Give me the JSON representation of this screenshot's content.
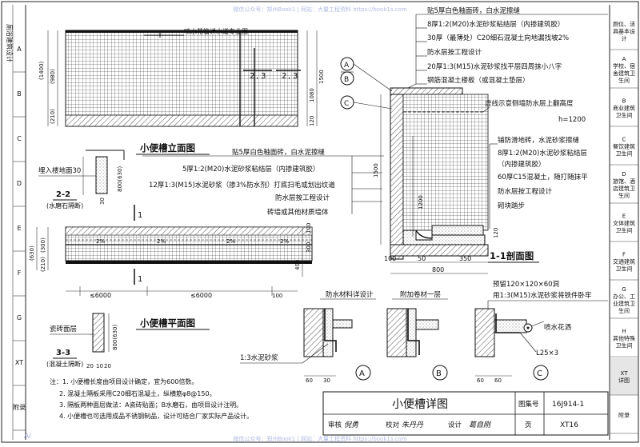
{
  "watermark": {
    "top": "微信公众号：郑州Book1 | 网站：大量工程资料 https://book1s.com",
    "bottom": "微信公众号：郑州Book1 | 网站：大量工程资料 https://book1s.com",
    "logo": "Ai"
  },
  "left_sidebar": {
    "brand": "厕浴建筑设计",
    "items": [
      "A",
      "B",
      "C",
      "D",
      "E",
      "F",
      "G",
      "XT",
      "附录"
    ]
  },
  "right_sidebar": {
    "items": [
      "厕位、洁具基本设计",
      "A 学校、宿舍建筑卫生间",
      "B 商业建筑卫生间",
      "C 餐饮建筑卫生间",
      "D 旅馆、酒店建筑卫生间",
      "E 文体建筑卫生间",
      "F 交通建筑卫生间",
      "G 办公、工业建筑卫生间",
      "H 其他特殊卫生间",
      "XT 详图",
      "附录"
    ]
  },
  "elevation": {
    "title": "小便槽立面图",
    "pipe_note": "喷水花管详水道专业图",
    "left_dims": [
      "(1400)",
      "(980)",
      "(210)"
    ],
    "right_dims": [
      "1080",
      "1500",
      "120"
    ],
    "section_marks": [
      "2",
      "3",
      "2",
      "3"
    ],
    "embed_note": "埋入楼地面30"
  },
  "layer_notes_top": [
    "贴5厚白色釉面砖，白水泥擦缝",
    "8厚1:2(M20)水泥砂浆粘结层（内掺建筑胶）",
    "30厚（最薄处）C20细石混凝土向地漏找坡2%",
    "防水层按工程设计",
    "20厚1:3(M15)水泥砂浆找平层四周抹小八字",
    "钢筋混凝土楼板（或混凝土垫层）"
  ],
  "layer_notes_mid": [
    "贴5厚白色釉面砖，白水泥擦缝",
    "5厚1:2(M20)水泥砂浆粘结层（内掺建筑胶）",
    "12厚1:3(M15)水泥砂浆（掺3%防水剂）打底扫毛或划出纹道",
    "防水层按工程设计",
    "砖墙或其他材质墙体"
  ],
  "section22": {
    "title": "2-2",
    "subtitle": "(水磨石隔断)",
    "dim": "30",
    "left_dims": [
      "800(630)"
    ]
  },
  "section11": {
    "title": "1-1剖面图",
    "dashed_note": "虚线示意侧墙防水层上翻高度",
    "h_note": "h=1200",
    "dims_bottom": [
      "100",
      "50",
      "350"
    ],
    "dim_total": "800",
    "dims_left": [
      "1500",
      "1200",
      "120"
    ],
    "markers": [
      "A",
      "B",
      "C"
    ],
    "right_notes": [
      "铺防滑地砖，水泥砂浆擦缝",
      "8厚1:2(M20)水泥砂浆粘结层",
      "（内掺建筑胶）",
      "60厚C15混凝土，随打随抹平",
      "防水层按工程设计",
      "砌块踏步"
    ]
  },
  "plan": {
    "title": "小便槽平面图",
    "left_dims": [
      "(630)",
      "(300)",
      "(210)"
    ],
    "right_dims": [
      "400",
      "300",
      "100"
    ],
    "slope_labels": [
      "2%",
      "2%",
      "2%",
      "2%"
    ],
    "bottom_dims": [
      "≤6000",
      "≤6000",
      "100"
    ],
    "section_mark": "1",
    "tile_note": "瓷砖面层"
  },
  "section33": {
    "title": "3-3",
    "subtitle": "(混凝土隔断)",
    "dims": [
      "20",
      "10",
      "20"
    ],
    "side_dim": "800(630)"
  },
  "details": {
    "labels_top": [
      "防水材料详设计",
      "附加卷材一层"
    ],
    "mortar_note": "1:3水泥砂浆",
    "embed_note_1": "预留120×120×60洞",
    "embed_note_2": "用1:3(M15)水泥砂浆将铁件卧牢",
    "nozzle_note": "喷水花洒",
    "angle_note": "L25×3",
    "markers": [
      "A",
      "B",
      "C"
    ],
    "dims": [
      "60",
      "30",
      "60",
      "60"
    ]
  },
  "notes": [
    "注：1. 小便槽长度由项目设计确定，宜为600倍数。",
    "2. 混凝土隔板采用C20细石混凝土，纵横筋φ8@150。",
    "3. 隔板两种面层做法：A瓷砖贴面；B水磨石，由项目设计注明。",
    "4. 小便槽也可选用成品不锈钢制品，设计可结合厂家实际产品设计。"
  ],
  "title_block": {
    "drawing_title": "小便槽详图",
    "atlas_label": "图集号",
    "atlas_no": "16J914-1",
    "row": [
      "审核",
      "倪勇",
      "校对",
      "朱丹丹",
      "设计",
      "葛自刚"
    ],
    "page_label": "页",
    "page_no": "XT16"
  }
}
